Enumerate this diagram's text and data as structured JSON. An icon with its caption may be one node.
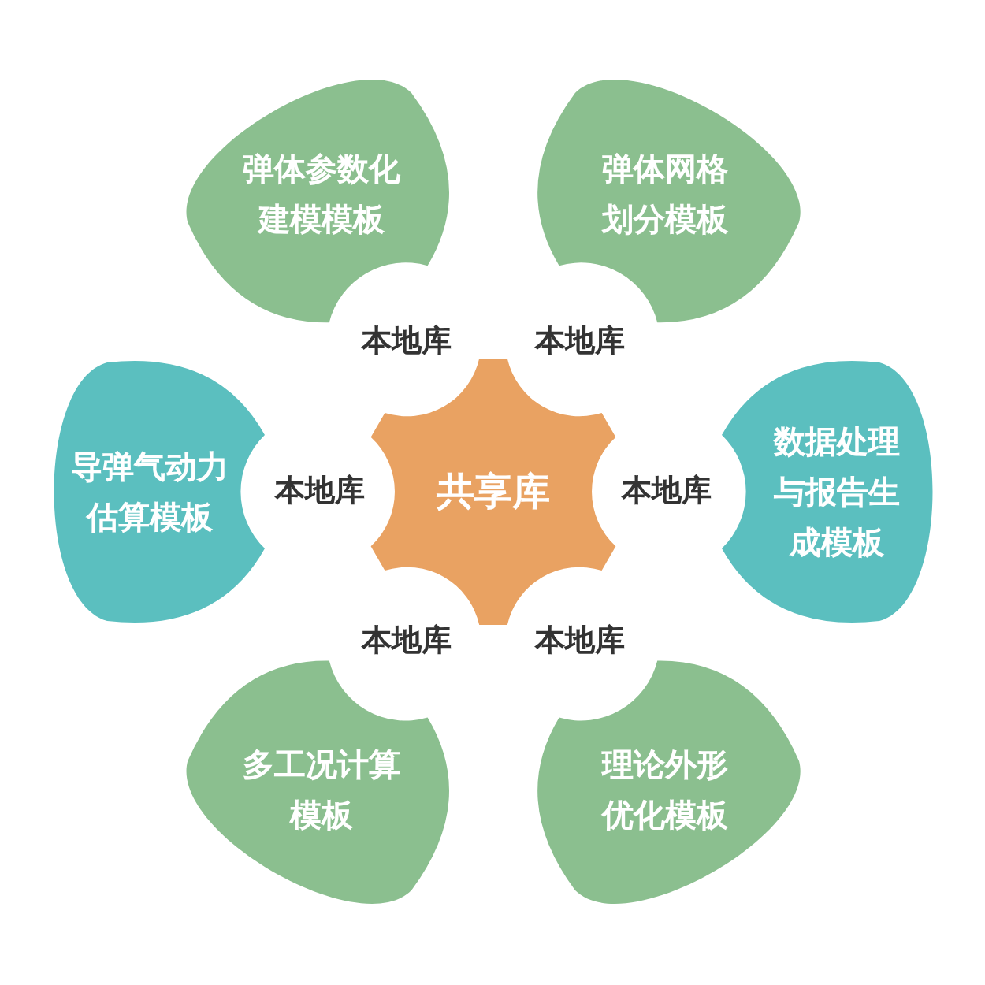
{
  "diagram": {
    "nodes": [
      {
        "text": [
          "弹体参数化建模模板"
        ],
        "beside": [
          "本地库"
        ]
      },
      {
        "text": [
          "弹体网格划分模板"
        ],
        "beside": [
          "本地库"
        ]
      },
      {
        "text": [
          "导弹气动力估算模板"
        ],
        "beside": [
          "本地库"
        ]
      },
      {
        "text": [
          "共享库"
        ]
      },
      {
        "text": [
          "数据处理与报告生成模板"
        ],
        "beside": [
          "本地库"
        ]
      },
      {
        "text": [
          "多工况计算模板"
        ],
        "beside": [
          "本地库"
        ]
      },
      {
        "text": [
          "理论外形优化模板"
        ],
        "beside": [
          "本地库"
        ]
      }
    ]
  }
}
